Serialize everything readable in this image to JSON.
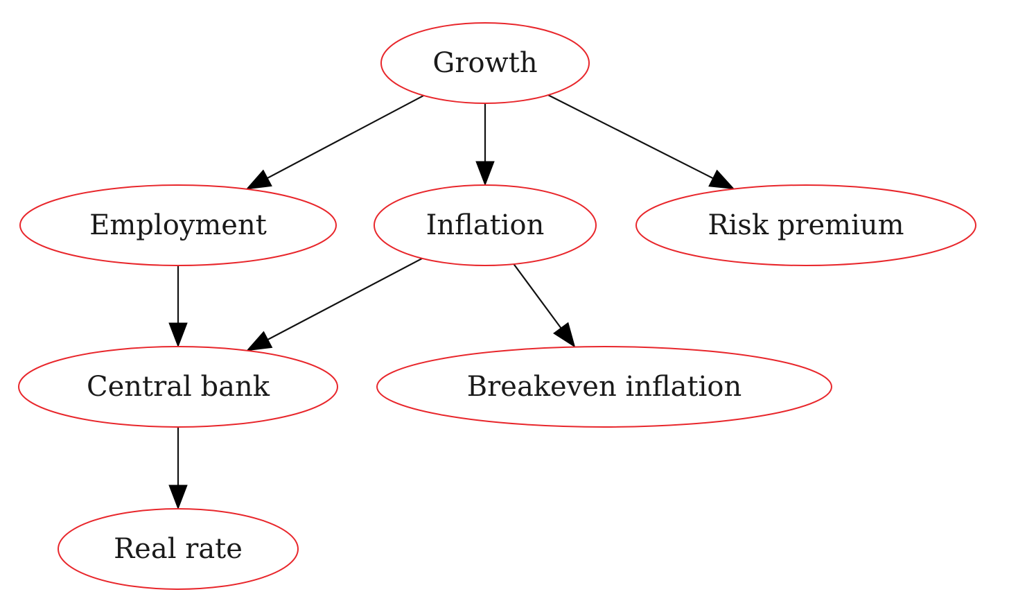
{
  "colors": {
    "node_stroke": "#e8262b",
    "edge": "#000000",
    "text": "#1a1a1a",
    "background": "#ffffff"
  },
  "nodes": [
    {
      "id": "growth",
      "label": "Growth"
    },
    {
      "id": "employment",
      "label": "Employment"
    },
    {
      "id": "inflation",
      "label": "Inflation"
    },
    {
      "id": "risk_premium",
      "label": "Risk premium"
    },
    {
      "id": "central_bank",
      "label": "Central bank"
    },
    {
      "id": "breakeven_inflation",
      "label": "Breakeven inflation"
    },
    {
      "id": "real_rate",
      "label": "Real rate"
    }
  ],
  "edges": [
    {
      "from": "growth",
      "to": "employment"
    },
    {
      "from": "growth",
      "to": "inflation"
    },
    {
      "from": "growth",
      "to": "risk_premium"
    },
    {
      "from": "employment",
      "to": "central_bank"
    },
    {
      "from": "inflation",
      "to": "central_bank"
    },
    {
      "from": "inflation",
      "to": "breakeven_inflation"
    },
    {
      "from": "central_bank",
      "to": "real_rate"
    }
  ]
}
